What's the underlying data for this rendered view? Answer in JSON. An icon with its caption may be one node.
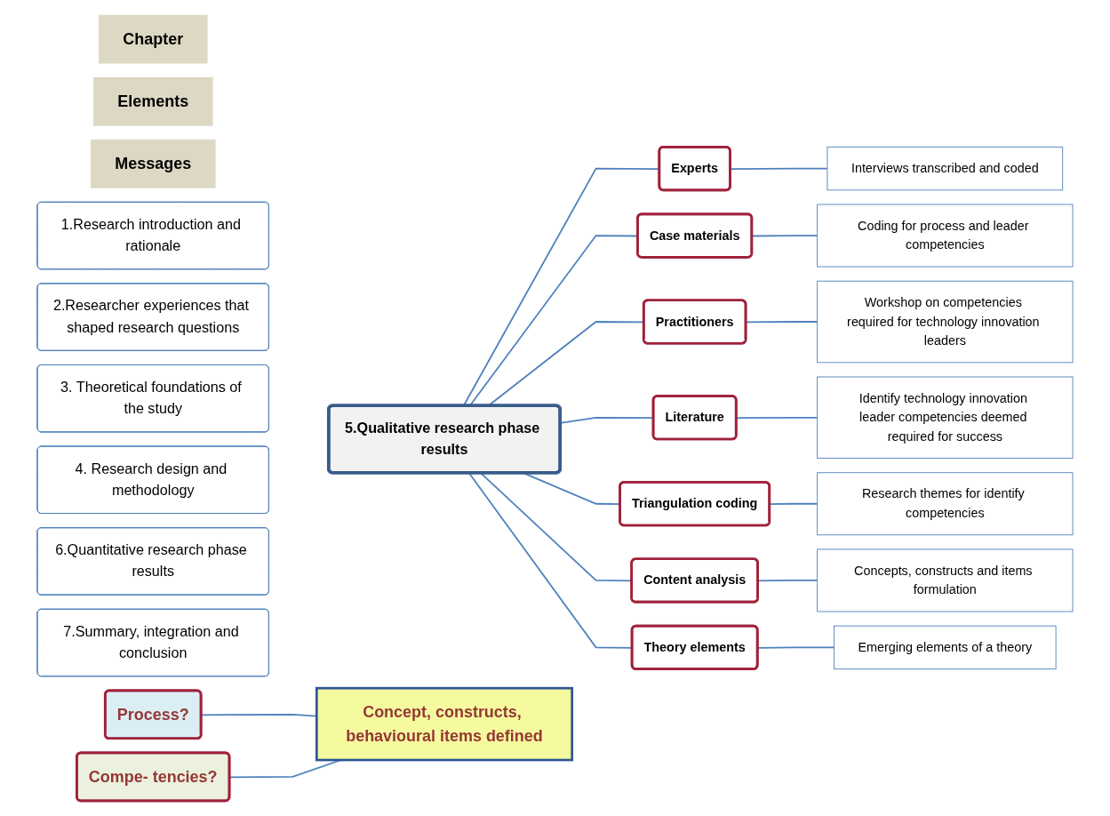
{
  "diagram": {
    "nodes": [
      {
        "text": [
          "Chapter"
        ]
      },
      {
        "text": [
          "Elements"
        ]
      },
      {
        "text": [
          "Messages"
        ]
      },
      {
        "text": [
          "1.Research introduction and rationale"
        ]
      },
      {
        "text": [
          "2.Researcher experiences that shaped research questions"
        ]
      },
      {
        "text": [
          "3. Theoretical foundations of the study"
        ]
      },
      {
        "text": [
          "4. Research design and methodology"
        ]
      },
      {
        "text": [
          "5.Qualitative research phase results"
        ]
      },
      {
        "text": [
          "6.Quantitative research phase results"
        ]
      },
      {
        "text": [
          "7.Summary, integration and conclusion"
        ]
      },
      {
        "text": [
          "Experts"
        ]
      },
      {
        "text": [
          "Case materials"
        ]
      },
      {
        "text": [
          "Practitioners"
        ]
      },
      {
        "text": [
          "Literature"
        ]
      },
      {
        "text": [
          "Triangulation coding"
        ]
      },
      {
        "text": [
          "Content analysis"
        ]
      },
      {
        "text": [
          "Theory elements"
        ]
      },
      {
        "text": [
          "Process?"
        ]
      },
      {
        "text": [
          "Compe- tencies?"
        ]
      },
      {
        "text": [
          "Interviews transcribed and coded"
        ]
      },
      {
        "text": [
          "Coding for process and leader competencies"
        ]
      },
      {
        "text": [
          "Workshop on competencies required for technology innovation leaders"
        ]
      },
      {
        "text": [
          "Identify technology innovation leader competencies deemed required for success"
        ]
      },
      {
        "text": [
          "Research themes for identify competencies"
        ]
      },
      {
        "text": [
          "Concepts, constructs and items formulation"
        ]
      },
      {
        "text": [
          "Emerging elements of a theory"
        ]
      },
      {
        "text": [
          "Concept, constructs, behavioural items defined"
        ]
      }
    ],
    "edges": [
      {
        "from": 7,
        "to": 10,
        "arrow": "none"
      },
      {
        "from": 7,
        "to": 11,
        "arrow": "none"
      },
      {
        "from": 7,
        "to": 12,
        "arrow": "none"
      },
      {
        "from": 7,
        "to": 13,
        "arrow": "none"
      },
      {
        "from": 7,
        "to": 14,
        "arrow": "none"
      },
      {
        "from": 7,
        "to": 15,
        "arrow": "none"
      },
      {
        "from": 7,
        "to": 16,
        "arrow": "none"
      },
      {
        "from": 10,
        "to": 19,
        "arrow": "none"
      },
      {
        "from": 11,
        "to": 20,
        "arrow": "none"
      },
      {
        "from": 12,
        "to": 21,
        "arrow": "none"
      },
      {
        "from": 13,
        "to": 22,
        "arrow": "none"
      },
      {
        "from": 14,
        "to": 23,
        "arrow": "none"
      },
      {
        "from": 15,
        "to": 24,
        "arrow": "none"
      },
      {
        "from": 16,
        "to": 25,
        "arrow": "none"
      },
      {
        "from": 17,
        "to": 26,
        "arrow": "none"
      },
      {
        "from": 18,
        "to": 26,
        "arrow": "none"
      }
    ]
  }
}
